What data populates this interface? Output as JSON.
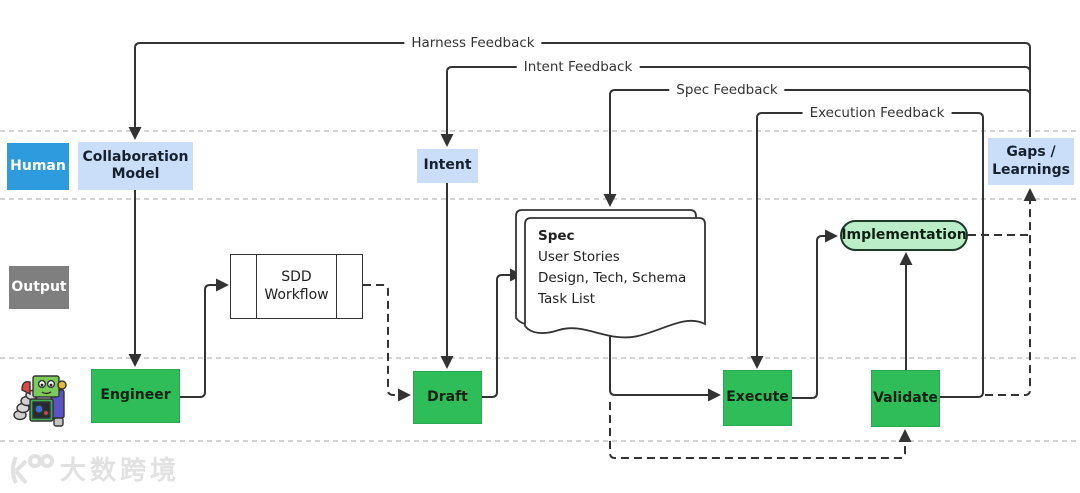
{
  "diagram": {
    "feedback_labels": {
      "harness": "Harness Feedback",
      "intent": "Intent Feedback",
      "spec": "Spec Feedback",
      "execution": "Execution Feedback"
    },
    "lanes": {
      "human": "Human",
      "output": "Output"
    },
    "nodes": {
      "collaboration_model": "Collaboration Model",
      "intent": "Intent",
      "gaps_learnings": "Gaps / Learnings",
      "sdd_line1": "SDD",
      "sdd_line2": "Workflow",
      "spec_title": "Spec",
      "spec_items": [
        "User Stories",
        "Design, Tech, Schema",
        "Task List"
      ],
      "engineer": "Engineer",
      "draft": "Draft",
      "execute": "Execute",
      "validate": "Validate",
      "implementation": "Implementation"
    },
    "colors": {
      "node_green": "#2EBD59",
      "node_green_border": "#28A94F",
      "light_green": "#BAEDC8",
      "light_green_border": "#1E3B2A",
      "lane_blue": "#2E9BDE",
      "light_blue": "#CBDEF9",
      "lane_gray": "#7F7F7F",
      "connector": "#333333",
      "lane_line": "#BBBBBB"
    }
  },
  "watermark": {
    "text": "大数跨境"
  }
}
